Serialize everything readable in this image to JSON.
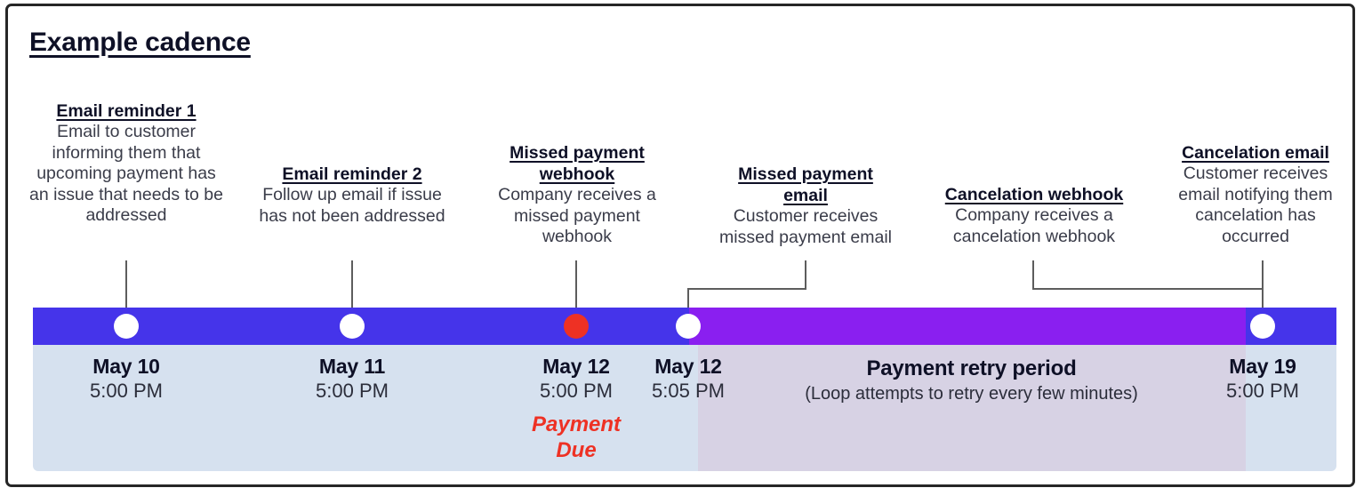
{
  "title": "Example cadence",
  "colors": {
    "bar_blue": "#4534ea",
    "bar_purple": "#8a1ff0",
    "panel_blue": "#d6e1ef",
    "panel_lavender": "#d7d2e4",
    "marker_white": "#ffffff",
    "marker_red": "#ee3124",
    "connector": "#5d5d5d",
    "text_dark": "#0e1026",
    "border": "#262626"
  },
  "events": [
    {
      "heading": "Email reminder 1",
      "body": "Email to customer informing them that upcoming payment has an issue that needs to be addressed"
    },
    {
      "heading": "Email reminder 2",
      "body": "Follow up email if issue has not been addressed"
    },
    {
      "heading": "Missed payment webhook",
      "body": "Company receives a missed payment webhook"
    },
    {
      "heading": "Missed payment email",
      "body": "Customer receives missed payment email"
    },
    {
      "heading": "Cancelation webhook",
      "body": "Company receives a cancelation webhook"
    },
    {
      "heading": "Cancelation email",
      "body": "Customer receives email notifying them cancelation has occurred"
    }
  ],
  "milestones": [
    {
      "date": "May 10",
      "time": "5:00 PM",
      "marker": "white-dot"
    },
    {
      "date": "May 11",
      "time": "5:00 PM",
      "marker": "white-dot"
    },
    {
      "date": "May 12",
      "time": "5:00 PM",
      "marker": "red-dot"
    },
    {
      "date": "May 12",
      "time": "5:05 PM",
      "marker": "white-dot"
    },
    {
      "date": "May 19",
      "time": "5:00 PM",
      "marker": "white-dot"
    }
  ],
  "payment_due": "Payment Due",
  "retry_period": {
    "title": "Payment retry period",
    "subtitle": "(Loop attempts to retry every few minutes)"
  }
}
